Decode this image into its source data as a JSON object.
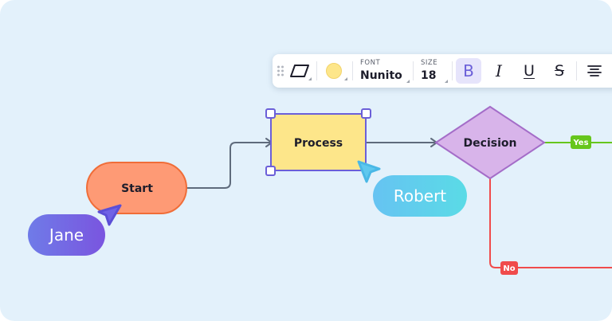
{
  "toolbar": {
    "font_caption": "FONT",
    "font_value": "Nunito",
    "size_caption": "SIZE",
    "size_value": "18",
    "bold_label": "B",
    "italic_label": "I",
    "underline_label": "U",
    "strike_label": "S",
    "fill_color": "#fde68a"
  },
  "diagram": {
    "start_label": "Start",
    "process_label": "Process",
    "decision_label": "Decision",
    "yes_label": "Yes",
    "no_label": "No"
  },
  "collaborators": {
    "jane_name": "Jane",
    "robert_name": "Robert"
  },
  "colors": {
    "canvas": "#e3f1fb",
    "start_fill": "#fe9a75",
    "process_fill": "#fde68a",
    "decision_fill": "#d8b4ea",
    "selection": "#6b5fd8",
    "yes_connector": "#66c61c",
    "no_connector": "#f04b4b"
  },
  "icons": {
    "drag": "drag-handle-icon",
    "shape": "parallelogram-shape-icon",
    "align": "align-center-icon"
  }
}
